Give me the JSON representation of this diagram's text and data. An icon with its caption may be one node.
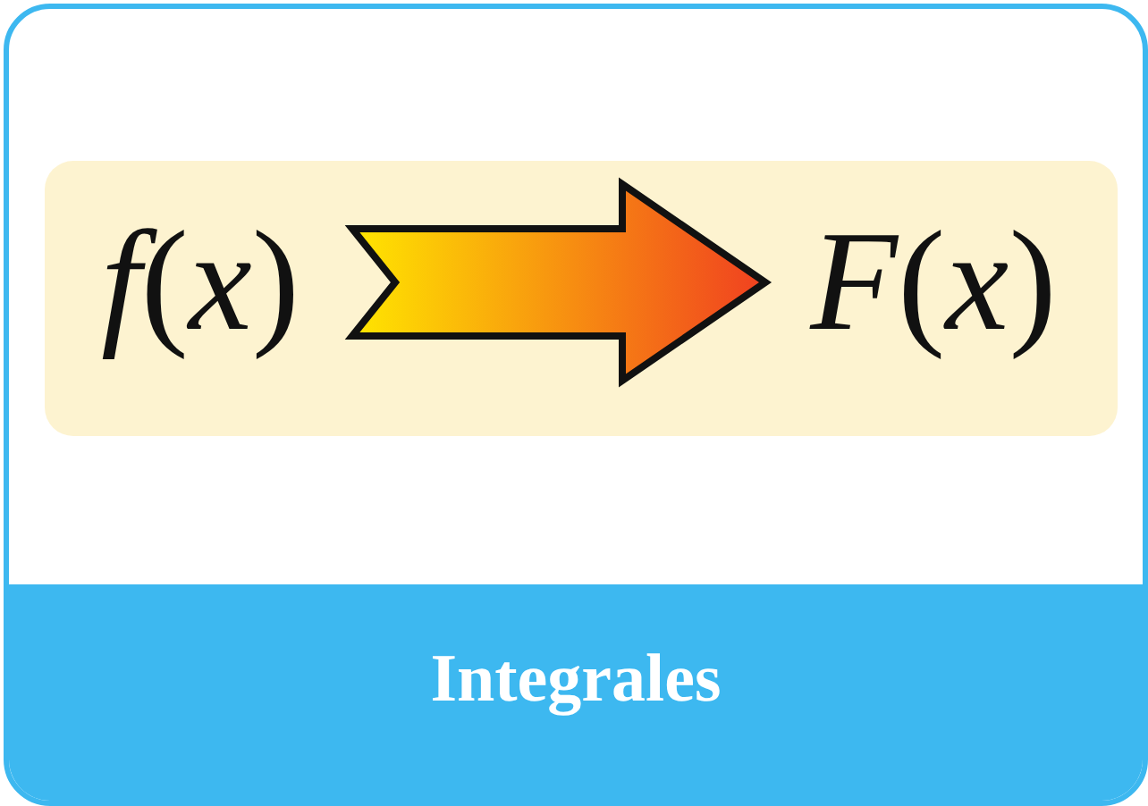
{
  "diagram": {
    "title": "Integrales",
    "nodes": [
      {
        "text": [
          "*f*(*x*)"
        ]
      },
      {
        "text": [
          "*F*(*x*)"
        ]
      }
    ],
    "edges": [
      {
        "from": 0,
        "to": 1,
        "arrow": "to"
      }
    ]
  }
}
